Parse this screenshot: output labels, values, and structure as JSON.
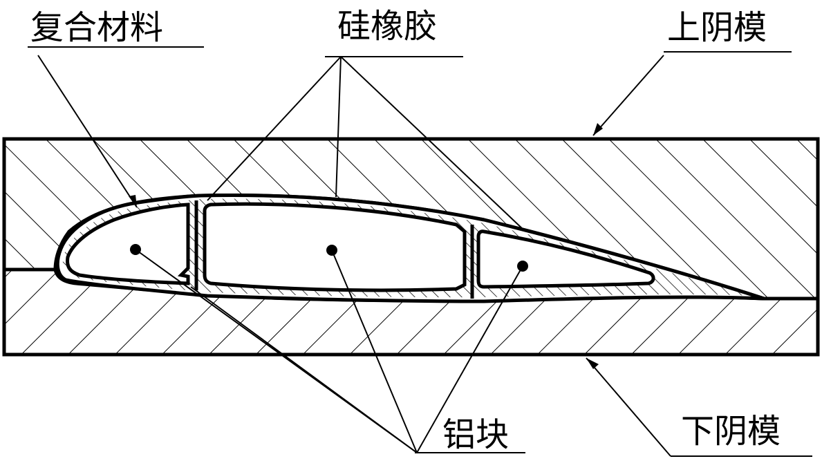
{
  "labels": {
    "composite": "复合材料",
    "silicone": "硅橡胶",
    "upper_mold": "上阴模",
    "lower_mold": "下阴模",
    "aluminum_block": "铝块"
  }
}
